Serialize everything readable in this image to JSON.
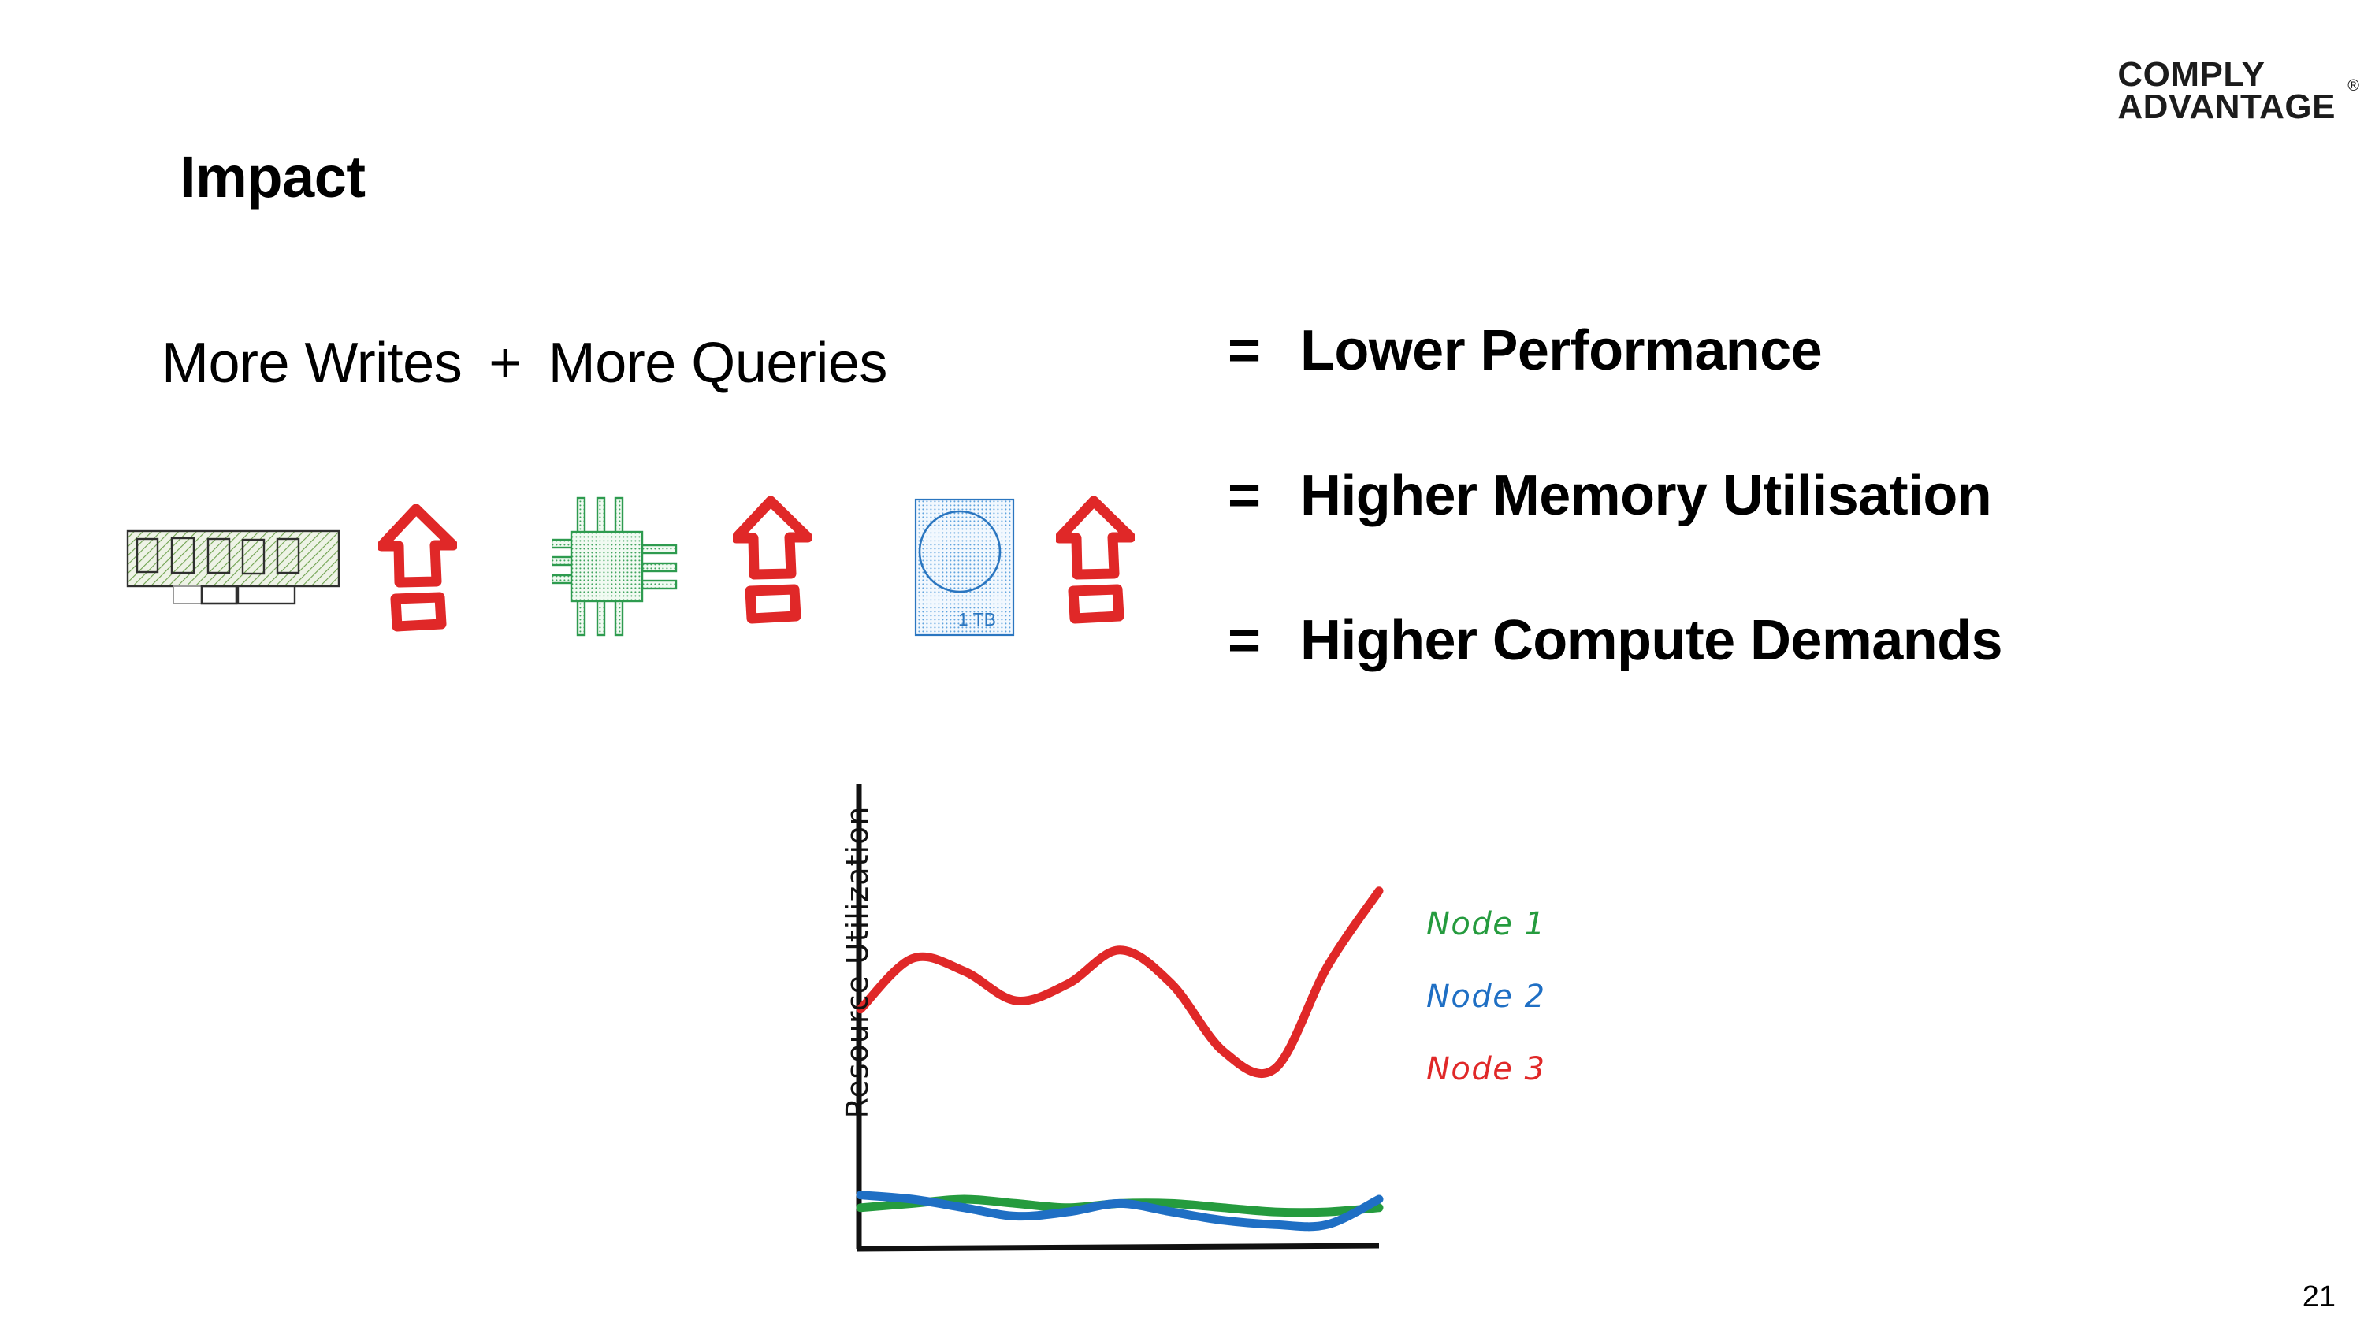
{
  "brand": {
    "logo_line1": "COMPLY",
    "logo_line2": "ADVANTAGE",
    "registered_mark": "®"
  },
  "slide": {
    "title": "Impact",
    "page_number": "21"
  },
  "equation": {
    "left_term_1": "More Writes",
    "operator_plus": "+",
    "left_term_2": "More Queries",
    "results": [
      {
        "equals": "=",
        "text": "Lower Performance"
      },
      {
        "equals": "=",
        "text": "Higher Memory Utilisation"
      },
      {
        "equals": "=",
        "text": "Higher Compute Demands"
      }
    ]
  },
  "hardware": {
    "ram": {
      "name": "memory-stick",
      "color": "#4C8B3E"
    },
    "cpu": {
      "name": "cpu-chip",
      "color": "#2E9B4F"
    },
    "disk": {
      "name": "hard-disk",
      "color": "#1F6FC4",
      "capacity_label": "1 TB"
    },
    "arrow": {
      "name": "up-arrow",
      "color": "#E02828"
    }
  },
  "chart_data": {
    "type": "line",
    "title": "",
    "xlabel": "",
    "ylabel": "Resource Utilization",
    "grid": false,
    "legend_position": "right",
    "xlim": [
      0,
      10
    ],
    "ylim": [
      0,
      100
    ],
    "x": [
      0,
      1,
      2,
      3,
      4,
      5,
      6,
      7,
      8,
      9,
      10
    ],
    "series": [
      {
        "name": "Node 1",
        "color": "#259B3E",
        "values": [
          9,
          10,
          11,
          10,
          9,
          10,
          10,
          9,
          8,
          8,
          9
        ]
      },
      {
        "name": "Node 2",
        "color": "#1F6FC4",
        "values": [
          12,
          11,
          9,
          7,
          8,
          10,
          8,
          6,
          5,
          5,
          11
        ]
      },
      {
        "name": "Node 3",
        "color": "#E02828",
        "values": [
          56,
          68,
          65,
          58,
          62,
          70,
          62,
          46,
          42,
          66,
          84
        ]
      }
    ]
  },
  "legend": {
    "items": [
      {
        "label": "Node 1",
        "color": "#259B3E"
      },
      {
        "label": "Node 2",
        "color": "#1F6FC4"
      },
      {
        "label": "Node 3",
        "color": "#E02828"
      }
    ]
  }
}
